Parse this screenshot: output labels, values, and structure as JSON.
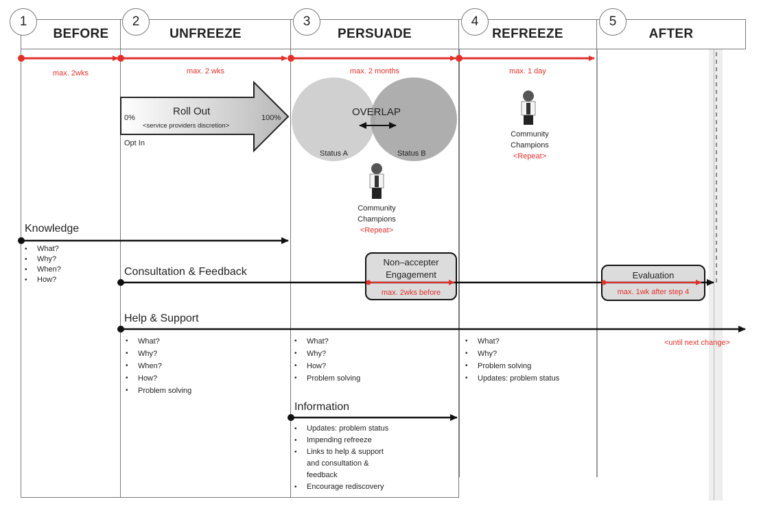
{
  "stages": [
    {
      "num": "1",
      "title": "BEFORE",
      "duration": "max. 2wks"
    },
    {
      "num": "2",
      "title": "UNFREEZE",
      "duration": "max. 2 wks"
    },
    {
      "num": "3",
      "title": "PERSUADE",
      "duration": "max. 2 months"
    },
    {
      "num": "4",
      "title": "REFREEZE",
      "duration": "max. 1 day"
    },
    {
      "num": "5",
      "title": "AFTER",
      "duration": ""
    }
  ],
  "rollout": {
    "title": "Roll Out",
    "sub": "<service providers discretion>",
    "start": "0%",
    "end": "100%",
    "opt_in": "Opt In"
  },
  "overlap": {
    "title": "OVERLAP",
    "status_a": "Status A",
    "status_b": "Status B"
  },
  "champions": {
    "line1": "Community",
    "line2": "Champions",
    "repeat": "<Repeat>"
  },
  "knowledge": {
    "title": "Knowledge",
    "items": [
      "What?",
      "Why?",
      "When?",
      "How?"
    ]
  },
  "consultation": {
    "title": "Consultation & Feedback"
  },
  "nonaccepter": {
    "line1": "Non–accepter",
    "line2": "Engagement",
    "note": "max. 2wks before"
  },
  "evaluation": {
    "title": "Evaluation",
    "note": "max. 1wk after step 4"
  },
  "help": {
    "title": "Help & Support",
    "until": "<until next change>",
    "col2": [
      "What?",
      "Why?",
      "When?",
      "How?",
      "Problem solving"
    ],
    "col3": [
      "What?",
      "Why?",
      "How?",
      "Problem solving"
    ],
    "col4": [
      "What?",
      "Why?",
      "Problem solving",
      "Updates: problem status"
    ]
  },
  "information": {
    "title": "Information",
    "items": [
      "Updates: problem status",
      "Impending refreeze",
      "Links to help & support",
      "and consultation &",
      "feedback",
      "Encourage rediscovery"
    ]
  },
  "colors": {
    "accent_red": "#e0302a",
    "line": "#111111",
    "border": "#777777",
    "box_fill": "#dcdcdc"
  }
}
